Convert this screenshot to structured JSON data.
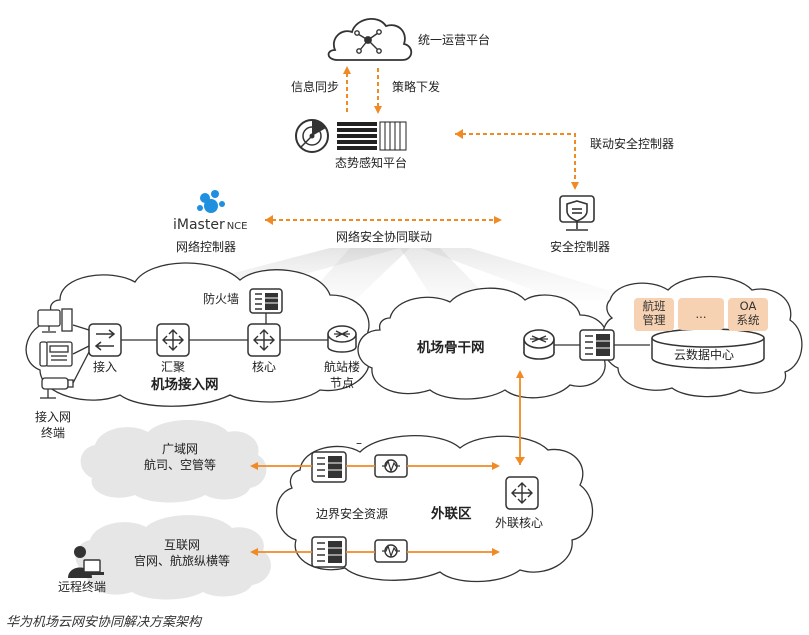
{
  "platform": {
    "title": "统一运营平台",
    "sync_label": "信息同步",
    "policy_label": "策略下发"
  },
  "situation": {
    "label": "态势感知平台"
  },
  "linkage": {
    "label": "联动安全控制器"
  },
  "imaster": {
    "brand": "iMaster",
    "suffix": "NCE",
    "label": "网络控制器"
  },
  "security_controller": {
    "label": "安全控制器"
  },
  "collab_label": "网络安全协同联动",
  "access_net": {
    "title": "机场接入网",
    "firewall": "防火墙",
    "access": "接入",
    "aggregation": "汇聚",
    "core": "核心",
    "terminal_line1": "接入网",
    "terminal_line2": "终端",
    "terminal_node_line1": "航站楼",
    "terminal_node_line2": "节点"
  },
  "backbone": {
    "title": "机场骨干网"
  },
  "cloud_dc": {
    "title": "云数据中心",
    "app1_line1": "航班",
    "app1_line2": "管理",
    "app2": "...",
    "app3_line1": "OA",
    "app3_line2": "系统"
  },
  "wan": {
    "line1": "广域网",
    "line2": "航司、空管等"
  },
  "internet": {
    "line1": "互联网",
    "line2": "官网、航旅纵横等"
  },
  "remote": {
    "label": "远程终端"
  },
  "dmz": {
    "title": "外联区",
    "resources": "边界安全资源",
    "core": "外联核心",
    "dash": "–"
  },
  "caption": "华为机场云网安协同解决方案架构",
  "colors": {
    "orange": "#f08a24",
    "icon_stroke": "#333333",
    "cloud_fill": "#ffffff",
    "gray_cloud": "#e6e6e6",
    "app_box": "#f6d2b3"
  }
}
